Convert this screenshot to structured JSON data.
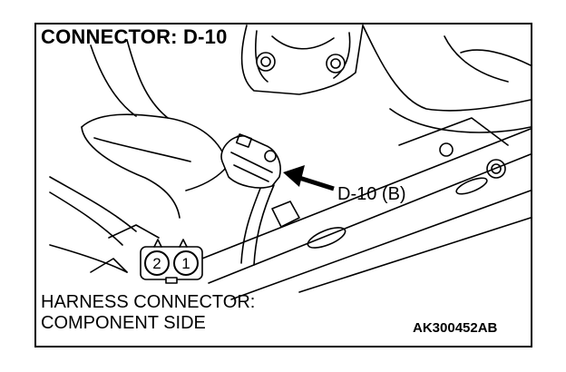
{
  "title": "CONNECTOR: D-10",
  "callout_label": "D-10 (B)",
  "harness_line1": "HARNESS CONNECTOR:",
  "harness_line2": "COMPONENT SIDE",
  "figure_code": "AK300452AB",
  "pins": [
    "2",
    "1"
  ],
  "colors": {
    "ink": "#000000",
    "background": "#ffffff"
  }
}
